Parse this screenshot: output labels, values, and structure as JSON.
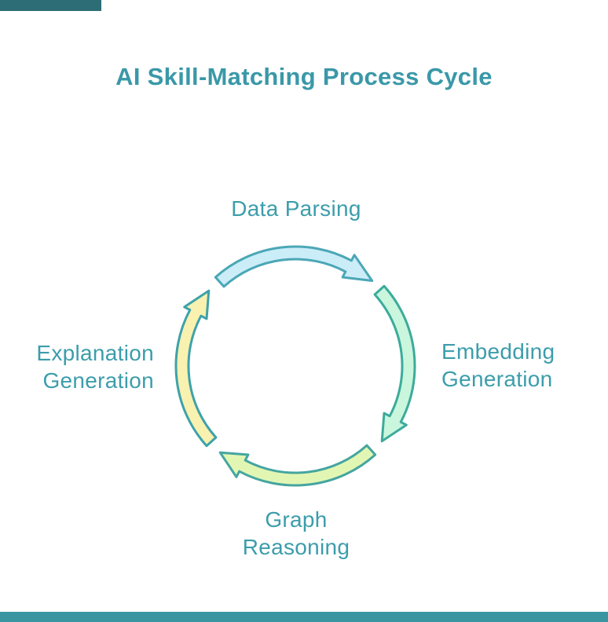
{
  "title": "AI Skill-Matching Process Cycle",
  "stages": [
    {
      "id": "data-parsing",
      "label": "Data Parsing"
    },
    {
      "id": "embedding-generation",
      "label": "Embedding Generation"
    },
    {
      "id": "graph-reasoning",
      "label": "Graph Reasoning"
    },
    {
      "id": "explanation-generation",
      "label": "Explanation Generation"
    }
  ],
  "arrows": [
    {
      "name": "arrow-data-parsing-to-embedding-generation",
      "fill": "#CBEDF8",
      "stroke": "#4BA7B6"
    },
    {
      "name": "arrow-embedding-generation-to-graph-reasoning",
      "fill": "#C9F6DC",
      "stroke": "#3CAB9B"
    },
    {
      "name": "arrow-graph-reasoning-to-explanation-generation",
      "fill": "#E2F6B4",
      "stroke": "#45A5A0"
    },
    {
      "name": "arrow-explanation-generation-to-data-parsing",
      "fill": "#F8F1B0",
      "stroke": "#3EA2AA"
    }
  ],
  "colors": {
    "background": "#FFFFFF",
    "title_text": "#3A98A8",
    "label_text": "#3C9DAB",
    "top_bar": "#2D6E76",
    "bottom_bar": "#3996A0"
  }
}
